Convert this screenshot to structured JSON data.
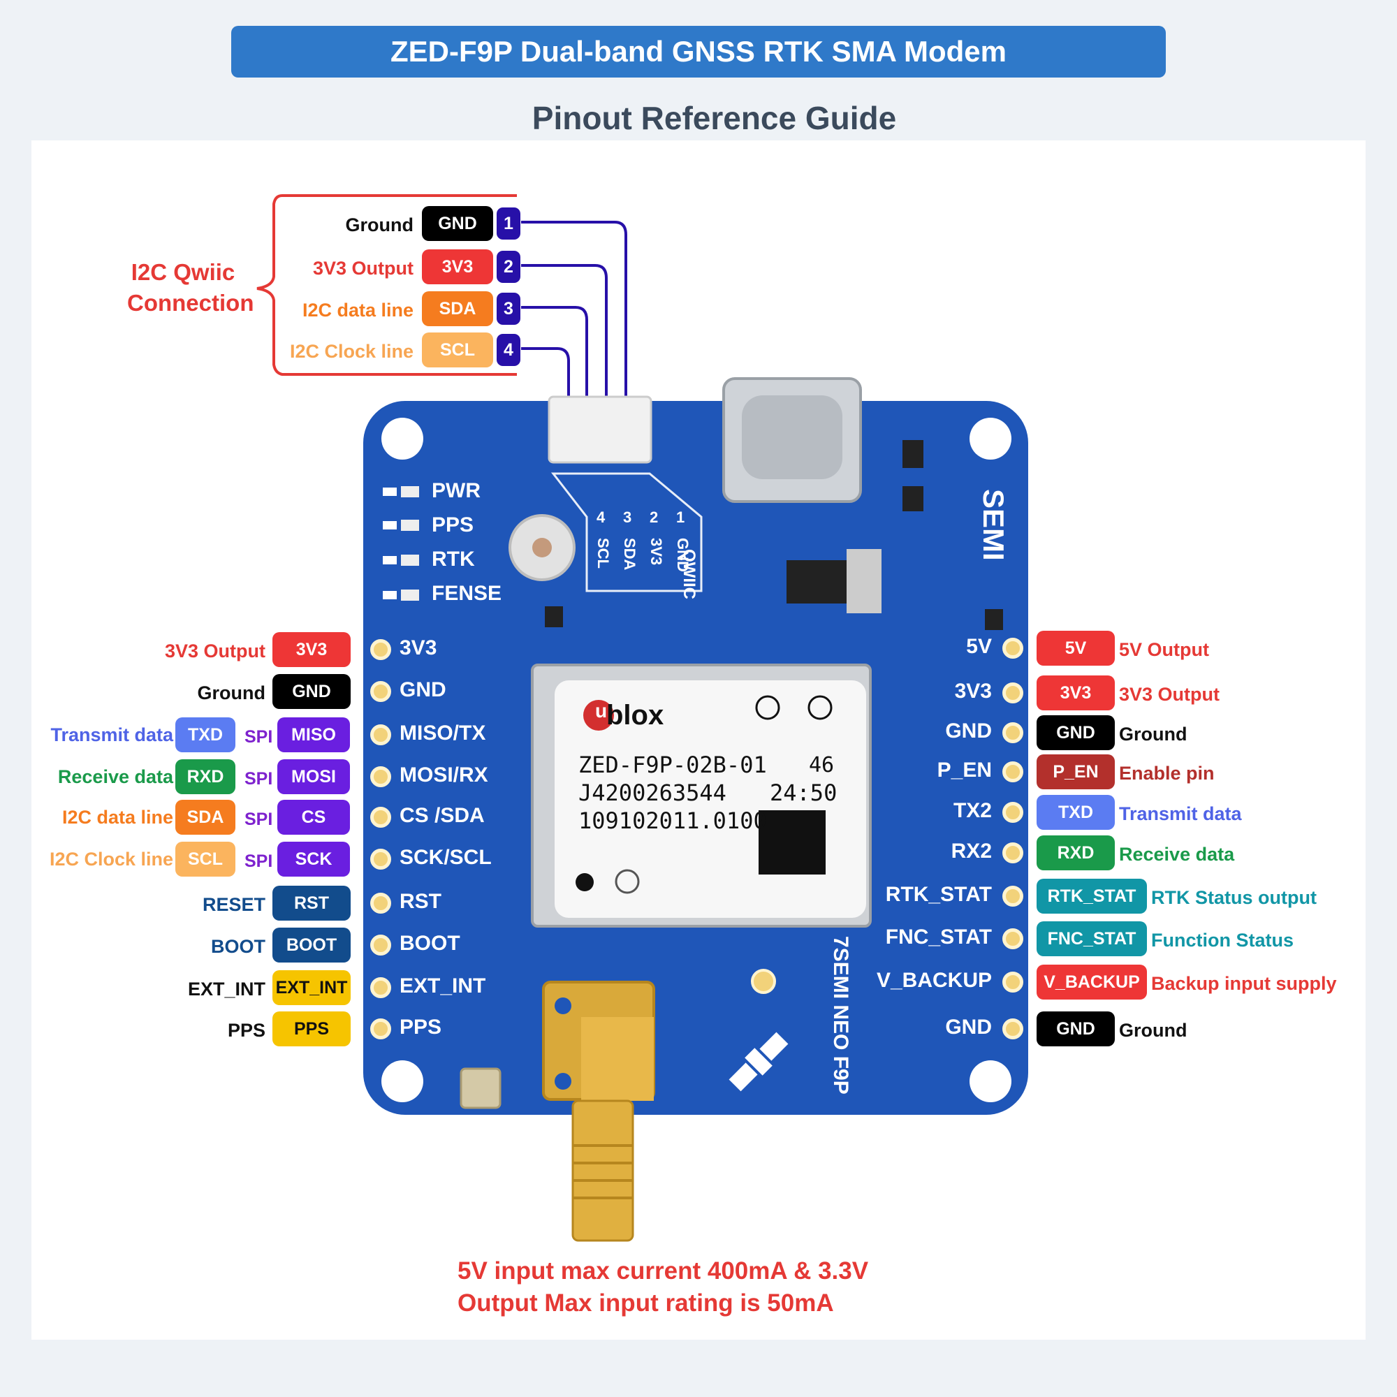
{
  "header": {
    "title": "ZED-F9P Dual-band GNSS RTK SMA Modem",
    "subtitle": "Pinout Reference Guide"
  },
  "qwiic": {
    "group_label_line1": "I2C Qwiic",
    "group_label_line2": "Connection",
    "pins": [
      {
        "num": "1",
        "pin": "GND",
        "desc": "Ground",
        "color": "#000000",
        "desc_color": "#111111"
      },
      {
        "num": "2",
        "pin": "3V3",
        "desc": "3V3 Output",
        "color": "#ee3636",
        "desc_color": "#e53935"
      },
      {
        "num": "3",
        "pin": "SDA",
        "desc": "I2C data line",
        "color": "#f57c1f",
        "desc_color": "#f57c1f"
      },
      {
        "num": "4",
        "pin": "SCL",
        "desc": "I2C Clock line",
        "color": "#fbb45e",
        "desc_color": "#f7a552"
      }
    ]
  },
  "left_pins": [
    {
      "silk": "3V3",
      "pin": "3V3",
      "pin_color": "#ee3636",
      "desc": "3V3 Output",
      "desc_color": "#e53935"
    },
    {
      "silk": "GND",
      "pin": "GND",
      "pin_color": "#000000",
      "desc": "Ground",
      "desc_color": "#111111"
    },
    {
      "silk": "MISO/TX",
      "pin": "MISO",
      "pin_color": "#6a1fe0",
      "spi": "SPI",
      "alt": "TXD",
      "alt_color": "#5b7cf2",
      "desc": "Transmit data",
      "desc_color": "#4f63e6"
    },
    {
      "silk": "MOSI/RX",
      "pin": "MOSI",
      "pin_color": "#6a1fe0",
      "spi": "SPI",
      "alt": "RXD",
      "alt_color": "#1a9a4a",
      "desc": "Receive data",
      "desc_color": "#1a9a4a"
    },
    {
      "silk": "CS /SDA",
      "pin": "CS",
      "pin_color": "#6a1fe0",
      "spi": "SPI",
      "alt": "SDA",
      "alt_color": "#f57c1f",
      "desc": "I2C data line",
      "desc_color": "#f57c1f"
    },
    {
      "silk": "SCK/SCL",
      "pin": "SCK",
      "pin_color": "#6a1fe0",
      "spi": "SPI",
      "alt": "SCL",
      "alt_color": "#fbb45e",
      "desc": "I2C Clock line",
      "desc_color": "#f7a552"
    },
    {
      "silk": "RST",
      "pin": "RST",
      "pin_color": "#124c8c",
      "desc": "RESET",
      "desc_color": "#124c8c"
    },
    {
      "silk": "BOOT",
      "pin": "BOOT",
      "pin_color": "#124c8c",
      "desc": "BOOT",
      "desc_color": "#124c8c"
    },
    {
      "silk": "EXT_INT",
      "pin": "EXT_INT",
      "pin_color": "#f6c400",
      "pin_text_color": "#111111",
      "desc": "EXT_INT",
      "desc_color": "#111111"
    },
    {
      "silk": "PPS",
      "pin": "PPS",
      "pin_color": "#f6c400",
      "pin_text_color": "#111111",
      "desc": "PPS",
      "desc_color": "#111111"
    }
  ],
  "right_pins": [
    {
      "silk": "5V",
      "pin": "5V",
      "pin_color": "#ee3636",
      "desc": "5V Output",
      "desc_color": "#e53935"
    },
    {
      "silk": "3V3",
      "pin": "3V3",
      "pin_color": "#ee3636",
      "desc": "3V3 Output",
      "desc_color": "#e53935"
    },
    {
      "silk": "GND",
      "pin": "GND",
      "pin_color": "#000000",
      "desc": "Ground",
      "desc_color": "#111111"
    },
    {
      "silk": "P_EN",
      "pin": "P_EN",
      "pin_color": "#b3302c",
      "desc": "Enable pin",
      "desc_color": "#b3302c"
    },
    {
      "silk": "TX2",
      "pin": "TXD",
      "pin_color": "#5b7cf2",
      "desc": "Transmit data",
      "desc_color": "#4f63e6"
    },
    {
      "silk": "RX2",
      "pin": "RXD",
      "pin_color": "#1a9a4a",
      "desc": "Receive data",
      "desc_color": "#1a9a4a"
    },
    {
      "silk": "RTK_STAT",
      "pin": "RTK_STAT",
      "pin_color": "#1196a6",
      "desc": "RTK Status output",
      "desc_color": "#1196a6"
    },
    {
      "silk": "FNC_STAT",
      "pin": "FNC_STAT",
      "pin_color": "#1196a6",
      "desc": "Function Status",
      "desc_color": "#1196a6"
    },
    {
      "silk": "V_BACKUP",
      "pin": "V_BACKUP",
      "pin_color": "#ee3636",
      "desc": "Backup input supply",
      "desc_color": "#e53935"
    },
    {
      "silk": "GND",
      "pin": "GND",
      "pin_color": "#000000",
      "desc": "Ground",
      "desc_color": "#111111"
    }
  ],
  "board": {
    "leds": [
      "PWR",
      "PPS",
      "RTK",
      "FENSE"
    ],
    "qwiic_silk": [
      "GND",
      "3V3",
      "SDA",
      "SCL"
    ],
    "qwiic_nums": [
      "1",
      "2",
      "3",
      "4"
    ],
    "qwiic_word": "QWIIC",
    "brand": "SEMI",
    "bottom_silk": "7SEMI NEO F9P",
    "module": {
      "brand": "blox",
      "brand_u": "u",
      "model": "ZED-F9P-02B-01",
      "code1": "46",
      "serial": "J4200263544",
      "code2": "24:50",
      "ref": "109102011.0100"
    },
    "colors": {
      "pcb": "#1f56b8",
      "pad": "#f2d27a"
    }
  },
  "note": {
    "line1": "5V  input  max  current  400mA  &  3.3V",
    "line2": "Output Max input rating is 50mA"
  }
}
